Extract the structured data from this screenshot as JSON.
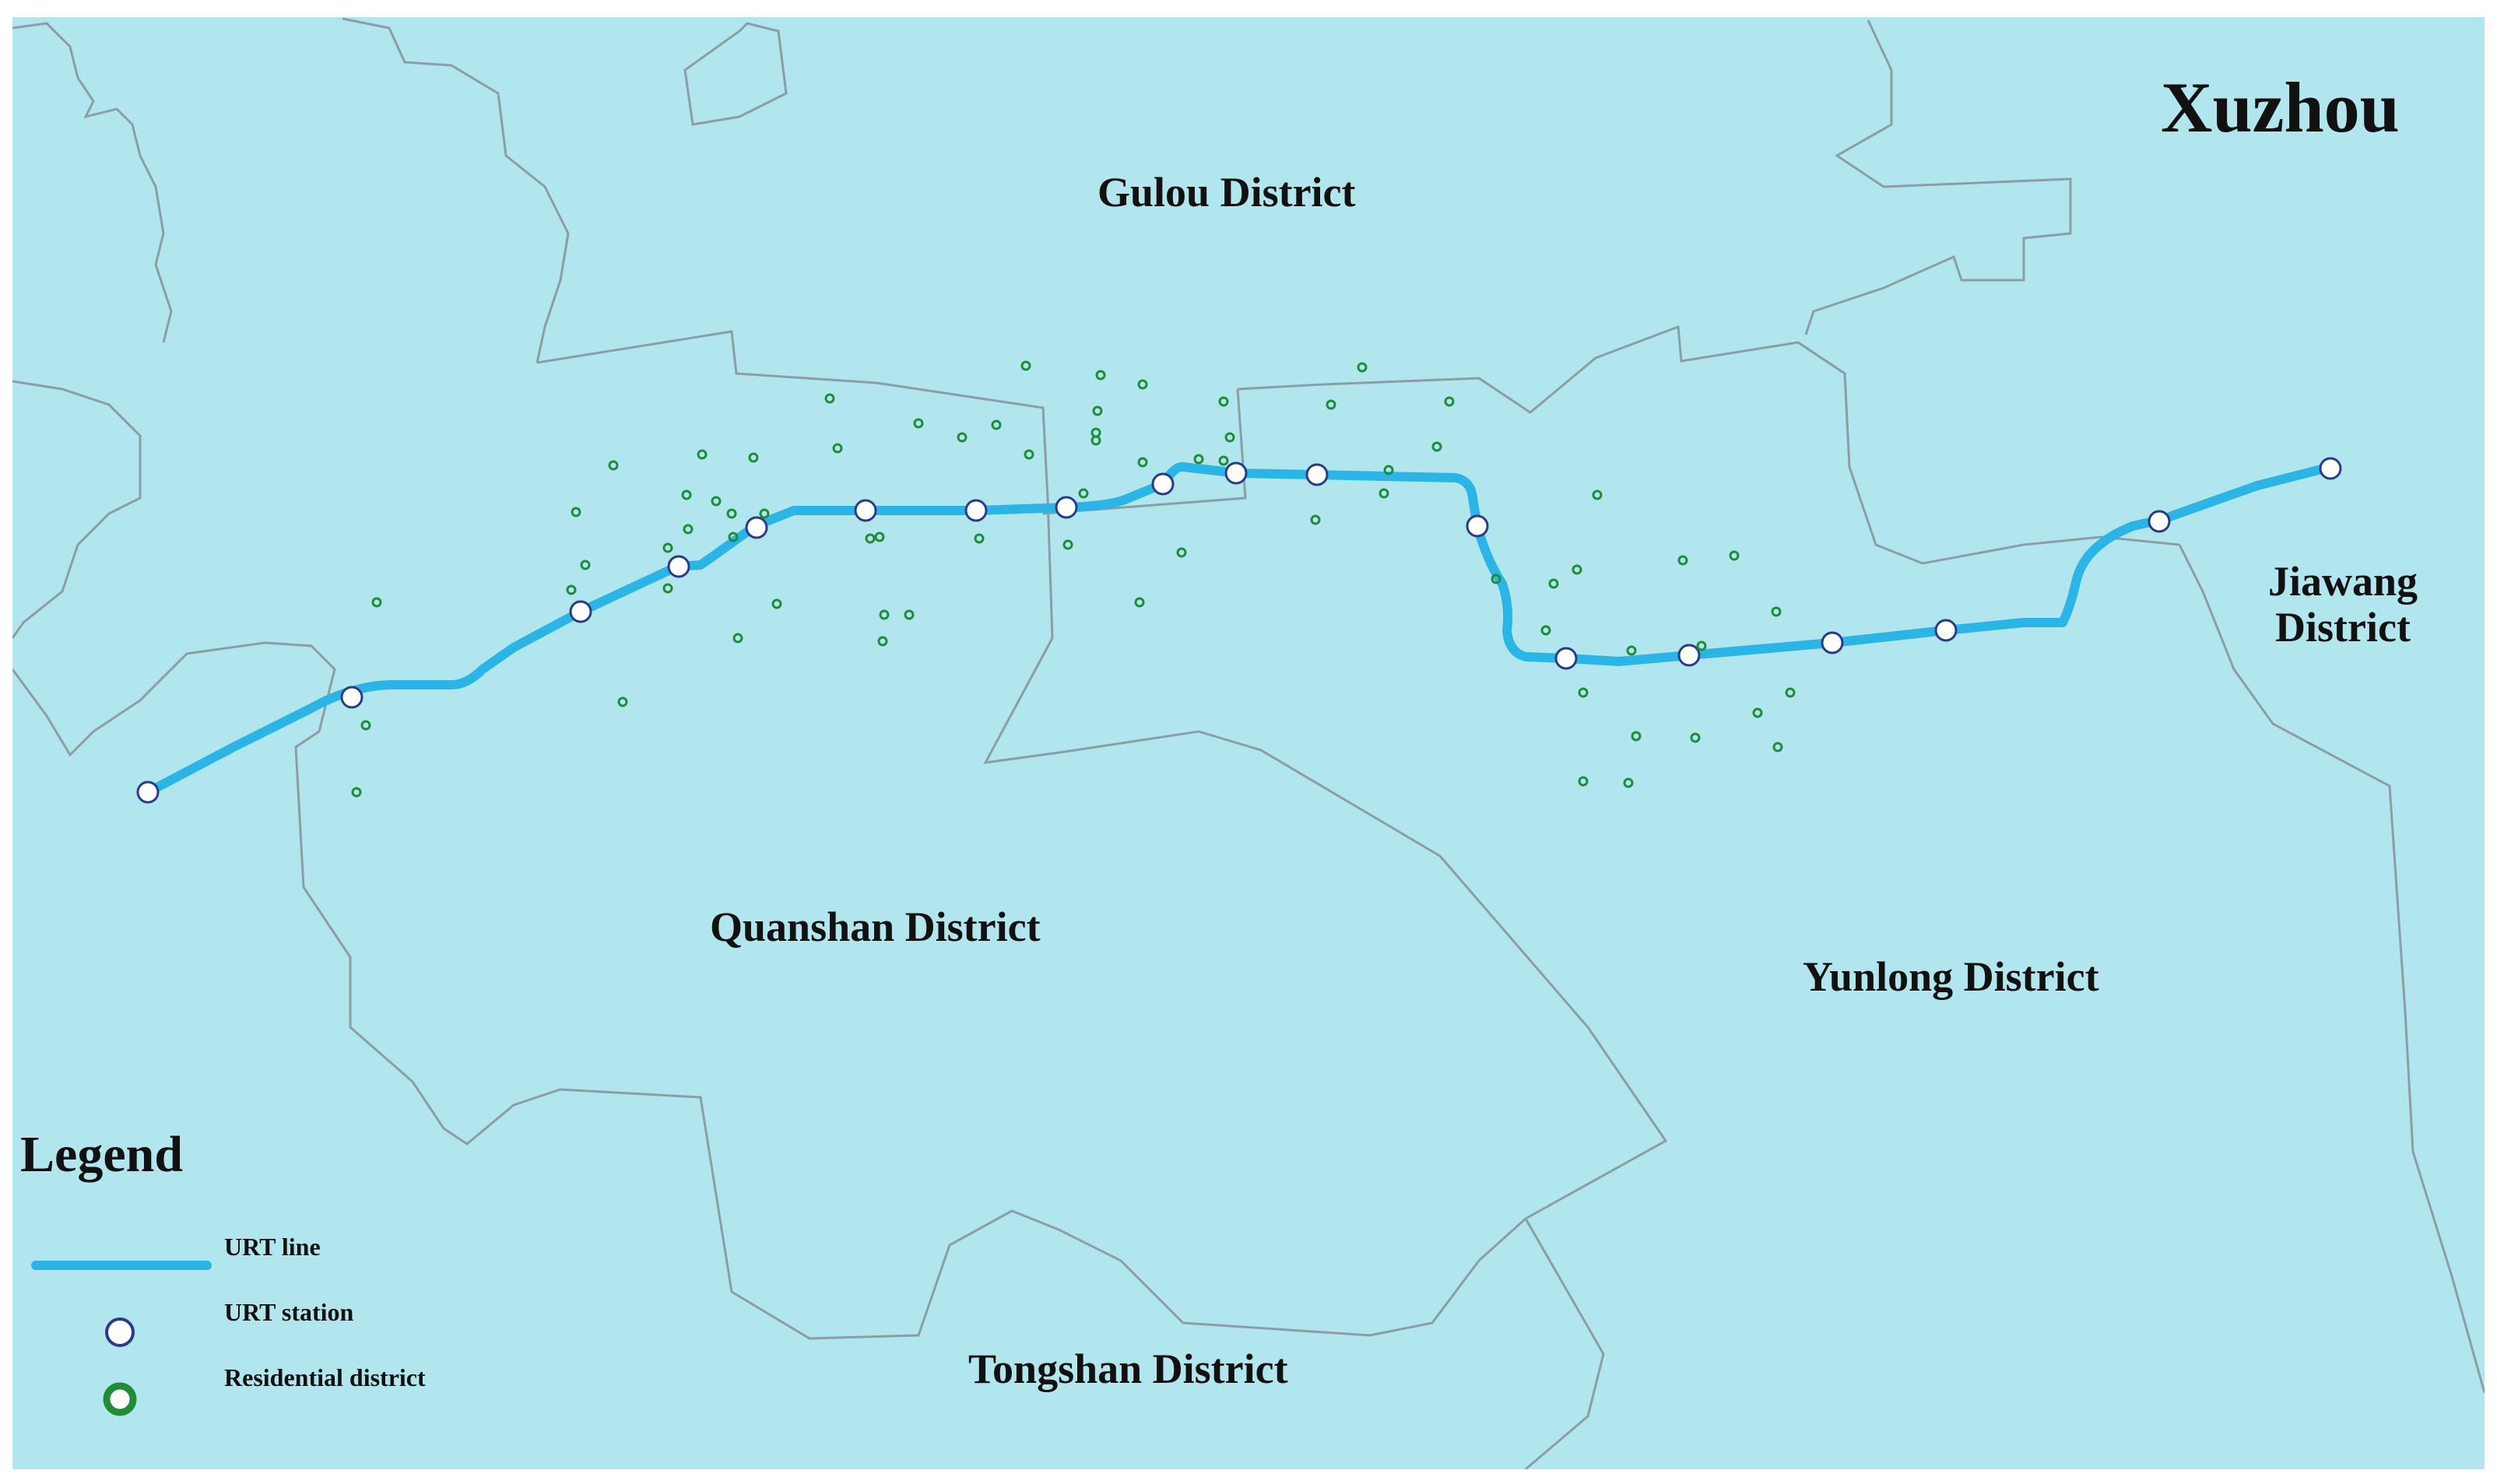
{
  "map": {
    "title": "Xuzhou",
    "districts": {
      "gulou": "Gulou District",
      "quanshan": "Quanshan District",
      "yunlong": "Yunlong District",
      "tongshan": "Tongshan District",
      "jiawang_line1": "Jiawang",
      "jiawang_line2": "District"
    },
    "colors": {
      "background": "#b2e6ee",
      "boundary": "#8a9ea4",
      "urt_line": "#2bb5e6",
      "station_fill": "#ffffff",
      "station_stroke": "#2a3a8c",
      "residential": "#1f8c3a"
    }
  },
  "legend": {
    "title": "Legend",
    "items": [
      {
        "label": "URT line",
        "icon": "line-swatch"
      },
      {
        "label": "URT station",
        "icon": "station-circle"
      },
      {
        "label": "Residential district",
        "icon": "residential-circle"
      }
    ]
  }
}
